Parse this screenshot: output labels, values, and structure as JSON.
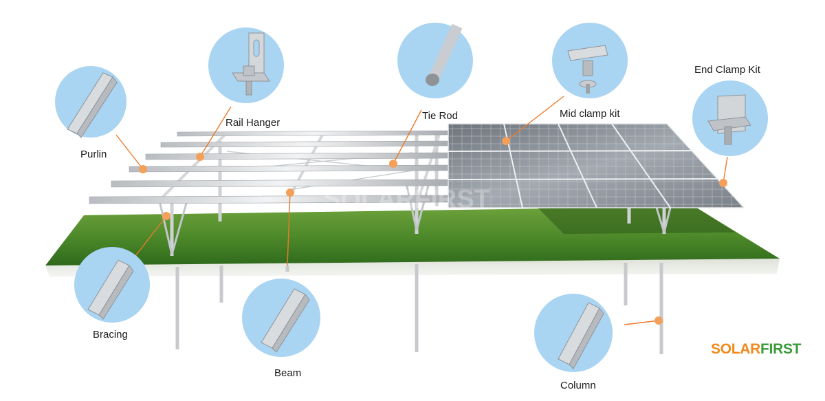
{
  "diagram": {
    "labels": {
      "purlin": "Purlin",
      "rail_hanger": "Rail Hanger",
      "tie_rod": "Tie Rod",
      "mid_clamp_kit": "Mid clamp kit",
      "end_clamp_kit": "End Clamp Kit",
      "bracing": "Bracing",
      "beam": "Beam",
      "column": "Column"
    },
    "watermark": "SOLARFIRST",
    "logo": {
      "part1": "SOLAR",
      "part2": "FIRST"
    }
  },
  "colors": {
    "callout_circle": "#a9d4f2",
    "callout_dot": "#f4a05a",
    "callout_line": "#ec7a2c",
    "grass": "#4e8a2a",
    "panel": "#8a9098",
    "logo_orange": "#f08a1c",
    "logo_green": "#3a9a3a"
  }
}
